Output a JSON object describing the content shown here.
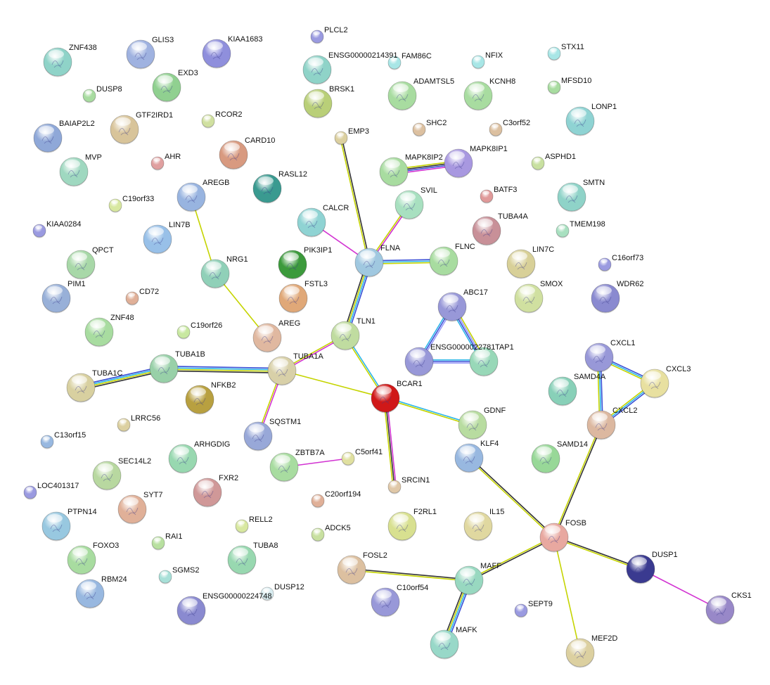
{
  "network": {
    "edge_colors": {
      "textmining": "#c5d400",
      "coexpression": "#333333",
      "experiments": "#d233d2",
      "databases": "#2eb6e8",
      "homology": "#3a4fd6",
      "neighborhood": "#9a9af8"
    },
    "nodes": [
      {
        "name": "ZNF438",
        "color": "#8fd3c8"
      },
      {
        "name": "GLIS3",
        "color": "#9fb2e0"
      },
      {
        "name": "KIAA1683",
        "color": "#8f8fdc"
      },
      {
        "name": "PLCL2",
        "color": "#9a9ae0"
      },
      {
        "name": "ENSG00000214391",
        "color": "#8fd3c8"
      },
      {
        "name": "FAM86C",
        "color": "#a8e6e6"
      },
      {
        "name": "NFIX",
        "color": "#a8e6e6"
      },
      {
        "name": "STX11",
        "color": "#a8e6e6"
      },
      {
        "name": "DUSP8",
        "color": "#a8dca0"
      },
      {
        "name": "EXD3",
        "color": "#90d090"
      },
      {
        "name": "BRSK1",
        "color": "#b9cf78"
      },
      {
        "name": "ADAMTSL5",
        "color": "#a8dca0"
      },
      {
        "name": "KCNH8",
        "color": "#a8dca0"
      },
      {
        "name": "MFSD10",
        "color": "#a8dca0"
      },
      {
        "name": "BAIAP2L2",
        "color": "#8fa8d8"
      },
      {
        "name": "GTF2IRD1",
        "color": "#d8c49a"
      },
      {
        "name": "RCOR2",
        "color": "#d0e0a0"
      },
      {
        "name": "LONP1",
        "color": "#8fd3d3"
      },
      {
        "name": "SHC2",
        "color": "#dcc0a0"
      },
      {
        "name": "C3orf52",
        "color": "#dcc0a0"
      },
      {
        "name": "EMP3",
        "color": "#dcd0a0"
      },
      {
        "name": "CARD10",
        "color": "#d89a80"
      },
      {
        "name": "AHR",
        "color": "#e0a0a0"
      },
      {
        "name": "MVP",
        "color": "#9fd8c0"
      },
      {
        "name": "MAPK8IP2",
        "color": "#a8dca0"
      },
      {
        "name": "MAPK8IP1",
        "color": "#a898e0"
      },
      {
        "name": "ASPHD1",
        "color": "#c8e0a0"
      },
      {
        "name": "RASL12",
        "color": "#3a9a90"
      },
      {
        "name": "AREGB",
        "color": "#98b4e0"
      },
      {
        "name": "C19orf33",
        "color": "#d8e8a0"
      },
      {
        "name": "BATF3",
        "color": "#e09a9a"
      },
      {
        "name": "SMTN",
        "color": "#8fd3c8"
      },
      {
        "name": "SVIL",
        "color": "#a8e0c0"
      },
      {
        "name": "CALCR",
        "color": "#8fd3d3"
      },
      {
        "name": "KIAA0284",
        "color": "#9a9ae0"
      },
      {
        "name": "LIN7B",
        "color": "#98c0e8"
      },
      {
        "name": "TUBA4A",
        "color": "#c89098"
      },
      {
        "name": "TMEM198",
        "color": "#a8e0c0"
      },
      {
        "name": "QPCT",
        "color": "#a8d8a8"
      },
      {
        "name": "NRG1",
        "color": "#90d0b8"
      },
      {
        "name": "PIK3IP1",
        "color": "#3c9a3c"
      },
      {
        "name": "FLNA",
        "color": "#a0c8e0"
      },
      {
        "name": "FLNC",
        "color": "#a8dca0"
      },
      {
        "name": "LIN7C",
        "color": "#d8d098"
      },
      {
        "name": "C16orf73",
        "color": "#9a9ae0"
      },
      {
        "name": "PIM1",
        "color": "#98b0d8"
      },
      {
        "name": "CD72",
        "color": "#e0b098"
      },
      {
        "name": "FSTL3",
        "color": "#e0a878"
      },
      {
        "name": "ABC17",
        "color": "#9898d8"
      },
      {
        "name": "SMOX",
        "color": "#d0e0a0"
      },
      {
        "name": "WDR62",
        "color": "#8a8ad0"
      },
      {
        "name": "ZNF48",
        "color": "#a8dca0"
      },
      {
        "name": "C19orf26",
        "color": "#c8e8a0"
      },
      {
        "name": "AREG",
        "color": "#e0b8a0"
      },
      {
        "name": "TLN1",
        "color": "#c0dca0"
      },
      {
        "name": "TUBA1B",
        "color": "#98d0a8"
      },
      {
        "name": "TUBA1A",
        "color": "#d8d0a8"
      },
      {
        "name": "ENSG0000022781",
        "color": "#9898d8"
      },
      {
        "name": "TAP1",
        "color": "#98d8b8"
      },
      {
        "name": "CXCL1",
        "color": "#9898d8"
      },
      {
        "name": "TUBA1C",
        "color": "#d8d0a0"
      },
      {
        "name": "BCAR1",
        "color": "#d01818"
      },
      {
        "name": "SAMD4A",
        "color": "#88d0b8"
      },
      {
        "name": "CXCL3",
        "color": "#e8e0a0"
      },
      {
        "name": "NFKB2",
        "color": "#b8a040"
      },
      {
        "name": "LRRC56",
        "color": "#dcd0a0"
      },
      {
        "name": "GDNF",
        "color": "#b8dca0"
      },
      {
        "name": "CXCL2",
        "color": "#dcb8a0"
      },
      {
        "name": "C13orf15",
        "color": "#98b8e0"
      },
      {
        "name": "SQSTM1",
        "color": "#98a8d8"
      },
      {
        "name": "KLF4",
        "color": "#98b8e0"
      },
      {
        "name": "ARHGDIG",
        "color": "#98d8b0"
      },
      {
        "name": "SAMD14",
        "color": "#98d898"
      },
      {
        "name": "C5orf41",
        "color": "#e0e0a0"
      },
      {
        "name": "ZBTB7A",
        "color": "#a8dca0"
      },
      {
        "name": "SEC14L2",
        "color": "#b8d8a0"
      },
      {
        "name": "SRCIN1",
        "color": "#e0c8a8"
      },
      {
        "name": "LOC401317",
        "color": "#9a9ae0"
      },
      {
        "name": "FXR2",
        "color": "#d09898"
      },
      {
        "name": "C20orf194",
        "color": "#e0b098"
      },
      {
        "name": "SYT7",
        "color": "#e0b098"
      },
      {
        "name": "F2RL1",
        "color": "#d8e090"
      },
      {
        "name": "IL15",
        "color": "#e0d8a0"
      },
      {
        "name": "PTPN14",
        "color": "#98c8e0"
      },
      {
        "name": "RELL2",
        "color": "#d8e8a0"
      },
      {
        "name": "ADCK5",
        "color": "#c8e0a0"
      },
      {
        "name": "RAI1",
        "color": "#b8e0a0"
      },
      {
        "name": "FOSB",
        "color": "#e8a8a0"
      },
      {
        "name": "TUBA8",
        "color": "#98d8b0"
      },
      {
        "name": "FOXO3",
        "color": "#a8dca0"
      },
      {
        "name": "FOSL2",
        "color": "#dcc0a0"
      },
      {
        "name": "DUSP1",
        "color": "#3a3a90"
      },
      {
        "name": "MAFF",
        "color": "#98d8c0"
      },
      {
        "name": "SGMS2",
        "color": "#a8e0d8"
      },
      {
        "name": "RBM24",
        "color": "#98b8e0"
      },
      {
        "name": "DUSP12",
        "color": "#d8ecf0"
      },
      {
        "name": "ENSG00000224748",
        "color": "#8a8ad0"
      },
      {
        "name": "C10orf54",
        "color": "#9898d8"
      },
      {
        "name": "SEPT9",
        "color": "#9a9ae0"
      },
      {
        "name": "CKS1",
        "color": "#9888c8"
      },
      {
        "name": "MAFK",
        "color": "#98d8c8"
      },
      {
        "name": "MEF2D",
        "color": "#dcd0a0"
      }
    ],
    "edges": [
      {
        "a": "EMP3",
        "b": "FLNA",
        "ev": [
          "coexpression",
          "textmining"
        ]
      },
      {
        "a": "MAPK8IP2",
        "b": "MAPK8IP1",
        "ev": [
          "textmining",
          "coexpression",
          "homology",
          "experiments"
        ]
      },
      {
        "a": "SVIL",
        "b": "FLNA",
        "ev": [
          "experiments",
          "textmining"
        ]
      },
      {
        "a": "CALCR",
        "b": "FLNA",
        "ev": [
          "experiments"
        ]
      },
      {
        "a": "FLNA",
        "b": "FLNC",
        "ev": [
          "homology",
          "databases",
          "textmining"
        ]
      },
      {
        "a": "FLNA",
        "b": "TLN1",
        "ev": [
          "homology",
          "databases",
          "textmining",
          "coexpression"
        ]
      },
      {
        "a": "AREGB",
        "b": "NRG1",
        "ev": [
          "textmining"
        ]
      },
      {
        "a": "NRG1",
        "b": "AREG",
        "ev": [
          "textmining"
        ]
      },
      {
        "a": "TLN1",
        "b": "TUBA1A",
        "ev": [
          "experiments",
          "textmining"
        ]
      },
      {
        "a": "TLN1",
        "b": "BCAR1",
        "ev": [
          "databases",
          "textmining"
        ]
      },
      {
        "a": "TUBA1B",
        "b": "TUBA1A",
        "ev": [
          "homology",
          "databases",
          "textmining",
          "coexpression"
        ]
      },
      {
        "a": "TUBA1C",
        "b": "TUBA1B",
        "ev": [
          "homology",
          "databases",
          "textmining",
          "coexpression"
        ]
      },
      {
        "a": "TUBA1A",
        "b": "SQSTM1",
        "ev": [
          "experiments",
          "textmining"
        ]
      },
      {
        "a": "TUBA1A",
        "b": "BCAR1",
        "ev": [
          "textmining"
        ]
      },
      {
        "a": "ABC17",
        "b": "ENSG0000022781",
        "ev": [
          "neighborhood",
          "homology",
          "databases"
        ]
      },
      {
        "a": "ABC17",
        "b": "TAP1",
        "ev": [
          "textmining",
          "neighborhood",
          "homology",
          "databases"
        ]
      },
      {
        "a": "ENSG0000022781",
        "b": "TAP1",
        "ev": [
          "databases",
          "homology",
          "neighborhood"
        ]
      },
      {
        "a": "BCAR1",
        "b": "GDNF",
        "ev": [
          "databases",
          "textmining"
        ]
      },
      {
        "a": "BCAR1",
        "b": "SRCIN1",
        "ev": [
          "experiments",
          "coexpression",
          "textmining"
        ]
      },
      {
        "a": "ZBTB7A",
        "b": "C5orf41",
        "ev": [
          "experiments"
        ]
      },
      {
        "a": "KLF4",
        "b": "FOSB",
        "ev": [
          "coexpression",
          "textmining"
        ]
      },
      {
        "a": "CXCL1",
        "b": "CXCL3",
        "ev": [
          "homology",
          "databases",
          "textmining"
        ]
      },
      {
        "a": "CXCL1",
        "b": "CXCL2",
        "ev": [
          "homology",
          "databases",
          "textmining"
        ]
      },
      {
        "a": "CXCL3",
        "b": "CXCL2",
        "ev": [
          "homology",
          "databases",
          "textmining"
        ]
      },
      {
        "a": "CXCL2",
        "b": "FOSB",
        "ev": [
          "coexpression",
          "textmining"
        ]
      },
      {
        "a": "FOSB",
        "b": "DUSP1",
        "ev": [
          "coexpression",
          "textmining"
        ]
      },
      {
        "a": "FOSB",
        "b": "MEF2D",
        "ev": [
          "textmining"
        ]
      },
      {
        "a": "FOSB",
        "b": "MAFF",
        "ev": [
          "coexpression",
          "textmining"
        ]
      },
      {
        "a": "FOSL2",
        "b": "MAFF",
        "ev": [
          "coexpression",
          "textmining"
        ]
      },
      {
        "a": "MAFF",
        "b": "MAFK",
        "ev": [
          "homology",
          "databases",
          "textmining",
          "coexpression"
        ]
      },
      {
        "a": "DUSP1",
        "b": "CKS1",
        "ev": [
          "experiments"
        ]
      }
    ]
  }
}
